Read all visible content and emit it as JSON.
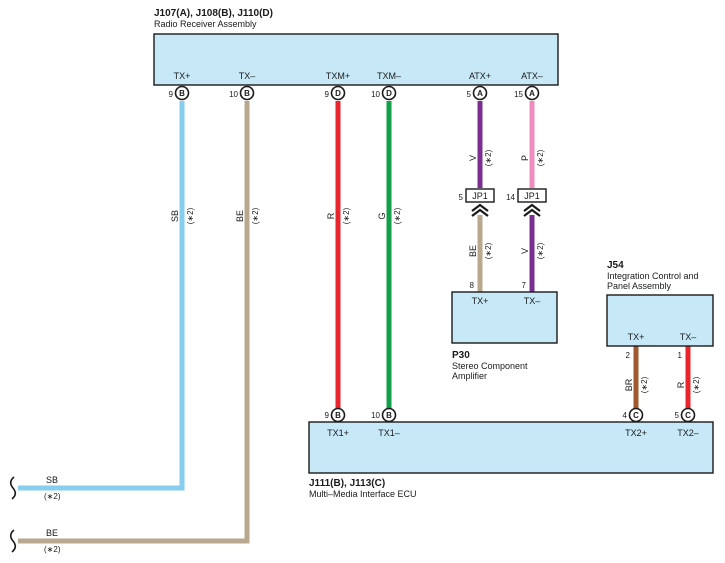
{
  "colors": {
    "SB": "#87cdee",
    "BE": "#b9a890",
    "R": "#e8252d",
    "G": "#12a04a",
    "V": "#7b2f91",
    "P": "#f08bbd",
    "BR": "#a2582f",
    "box_fill": "#c6e8f7"
  },
  "radio_receiver": {
    "code": "J107(A), J108(B), J110(D)",
    "name": "Radio Receiver Assembly",
    "pins": [
      {
        "label": "TX+",
        "num": "9",
        "conn": "B"
      },
      {
        "label": "TX–",
        "num": "10",
        "conn": "B"
      },
      {
        "label": "TXM+",
        "num": "9",
        "conn": "D"
      },
      {
        "label": "TXM–",
        "num": "10",
        "conn": "D"
      },
      {
        "label": "ATX+",
        "num": "5",
        "conn": "A"
      },
      {
        "label": "ATX–",
        "num": "15",
        "conn": "A"
      }
    ]
  },
  "stereo_amp": {
    "code": "P30",
    "name_line1": "Stereo Component",
    "name_line2": "Amplifier",
    "pins": [
      {
        "label": "TX+",
        "num": "8"
      },
      {
        "label": "TX–",
        "num": "7"
      }
    ]
  },
  "integration_panel": {
    "code": "J54",
    "name_line1": "Integration Control and",
    "name_line2": "Panel Assembly",
    "pins": [
      {
        "label": "TX+",
        "num": "2"
      },
      {
        "label": "TX–",
        "num": "1"
      }
    ]
  },
  "mmi_ecu": {
    "code": "J111(B), J113(C)",
    "name": "Multi–Media Interface ECU",
    "pins": [
      {
        "label": "TX1+",
        "num": "9",
        "conn": "B"
      },
      {
        "label": "TX1–",
        "num": "10",
        "conn": "B"
      },
      {
        "label": "TX2+",
        "num": "4",
        "conn": "C"
      },
      {
        "label": "TX2–",
        "num": "5",
        "conn": "C"
      }
    ]
  },
  "junctions": [
    {
      "num": "5",
      "label": "JP1"
    },
    {
      "num": "14",
      "label": "JP1"
    }
  ],
  "wires": [
    {
      "color_code": "SB",
      "note": "(∗2)"
    },
    {
      "color_code": "BE",
      "note": "(∗2)"
    },
    {
      "color_code": "R",
      "note": "(∗2)"
    },
    {
      "color_code": "G",
      "note": "(∗2)"
    },
    {
      "color_code": "V",
      "note": "(∗2)"
    },
    {
      "color_code": "P",
      "note": "(∗2)"
    },
    {
      "color_code": "BE",
      "note": "(∗2)"
    },
    {
      "color_code": "V",
      "note": "(∗2)"
    },
    {
      "color_code": "BR",
      "note": "(∗2)"
    },
    {
      "color_code": "R",
      "note": "(∗2)"
    }
  ],
  "exits": [
    {
      "color_code": "SB",
      "note": "(∗2)"
    },
    {
      "color_code": "BE",
      "note": "(∗2)"
    }
  ]
}
